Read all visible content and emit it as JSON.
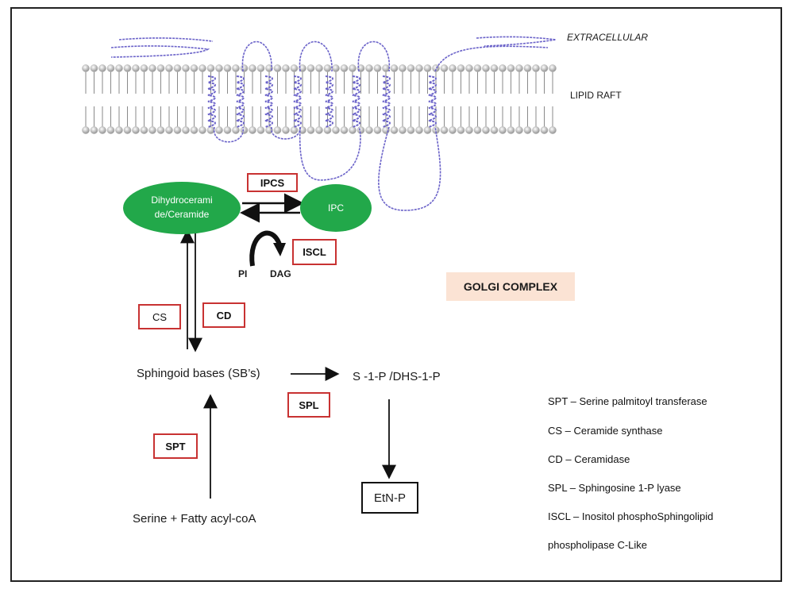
{
  "membrane": {
    "extracellular_label": "EXTRACELLULAR",
    "lipid_raft_label": "LIPID RAFT"
  },
  "nodes": {
    "ceramide": "Dihydrocerami de/Ceramide",
    "ceramide_line1": "Dihydrocerami",
    "ceramide_line2": "de/Ceramide",
    "ipc": "IPC",
    "pi": "PI",
    "dag": "DAG",
    "sphingoid": "Sphingoid bases (SB’s)",
    "s1p": "S -1-P /DHS-1-P",
    "serine": "Serine + Fatty acyl-coA",
    "etnp": "EtN-P"
  },
  "enzymes": {
    "ipcs": "IPCS",
    "iscl": "ISCL",
    "cs": "CS",
    "cd": "CD",
    "spl": "SPL",
    "spt": "SPT"
  },
  "golgi_label": "GOLGI COMPLEX",
  "legend": [
    "SPT – Serine palmitoyl transferase",
    "CS – Ceramide synthase",
    "CD – Ceramidase",
    "SPL – Sphingosine 1-P lyase",
    "ISCL – Inositol phosphoSphingolipid",
    "phospholipase C-Like"
  ],
  "colors": {
    "ellipse_green": "#22a84a",
    "enzyme_box_border": "#c83232",
    "golgi_bg": "#fbe3d4",
    "protein_line": "#6b63c9",
    "membrane_head": "#bdbdbd"
  }
}
